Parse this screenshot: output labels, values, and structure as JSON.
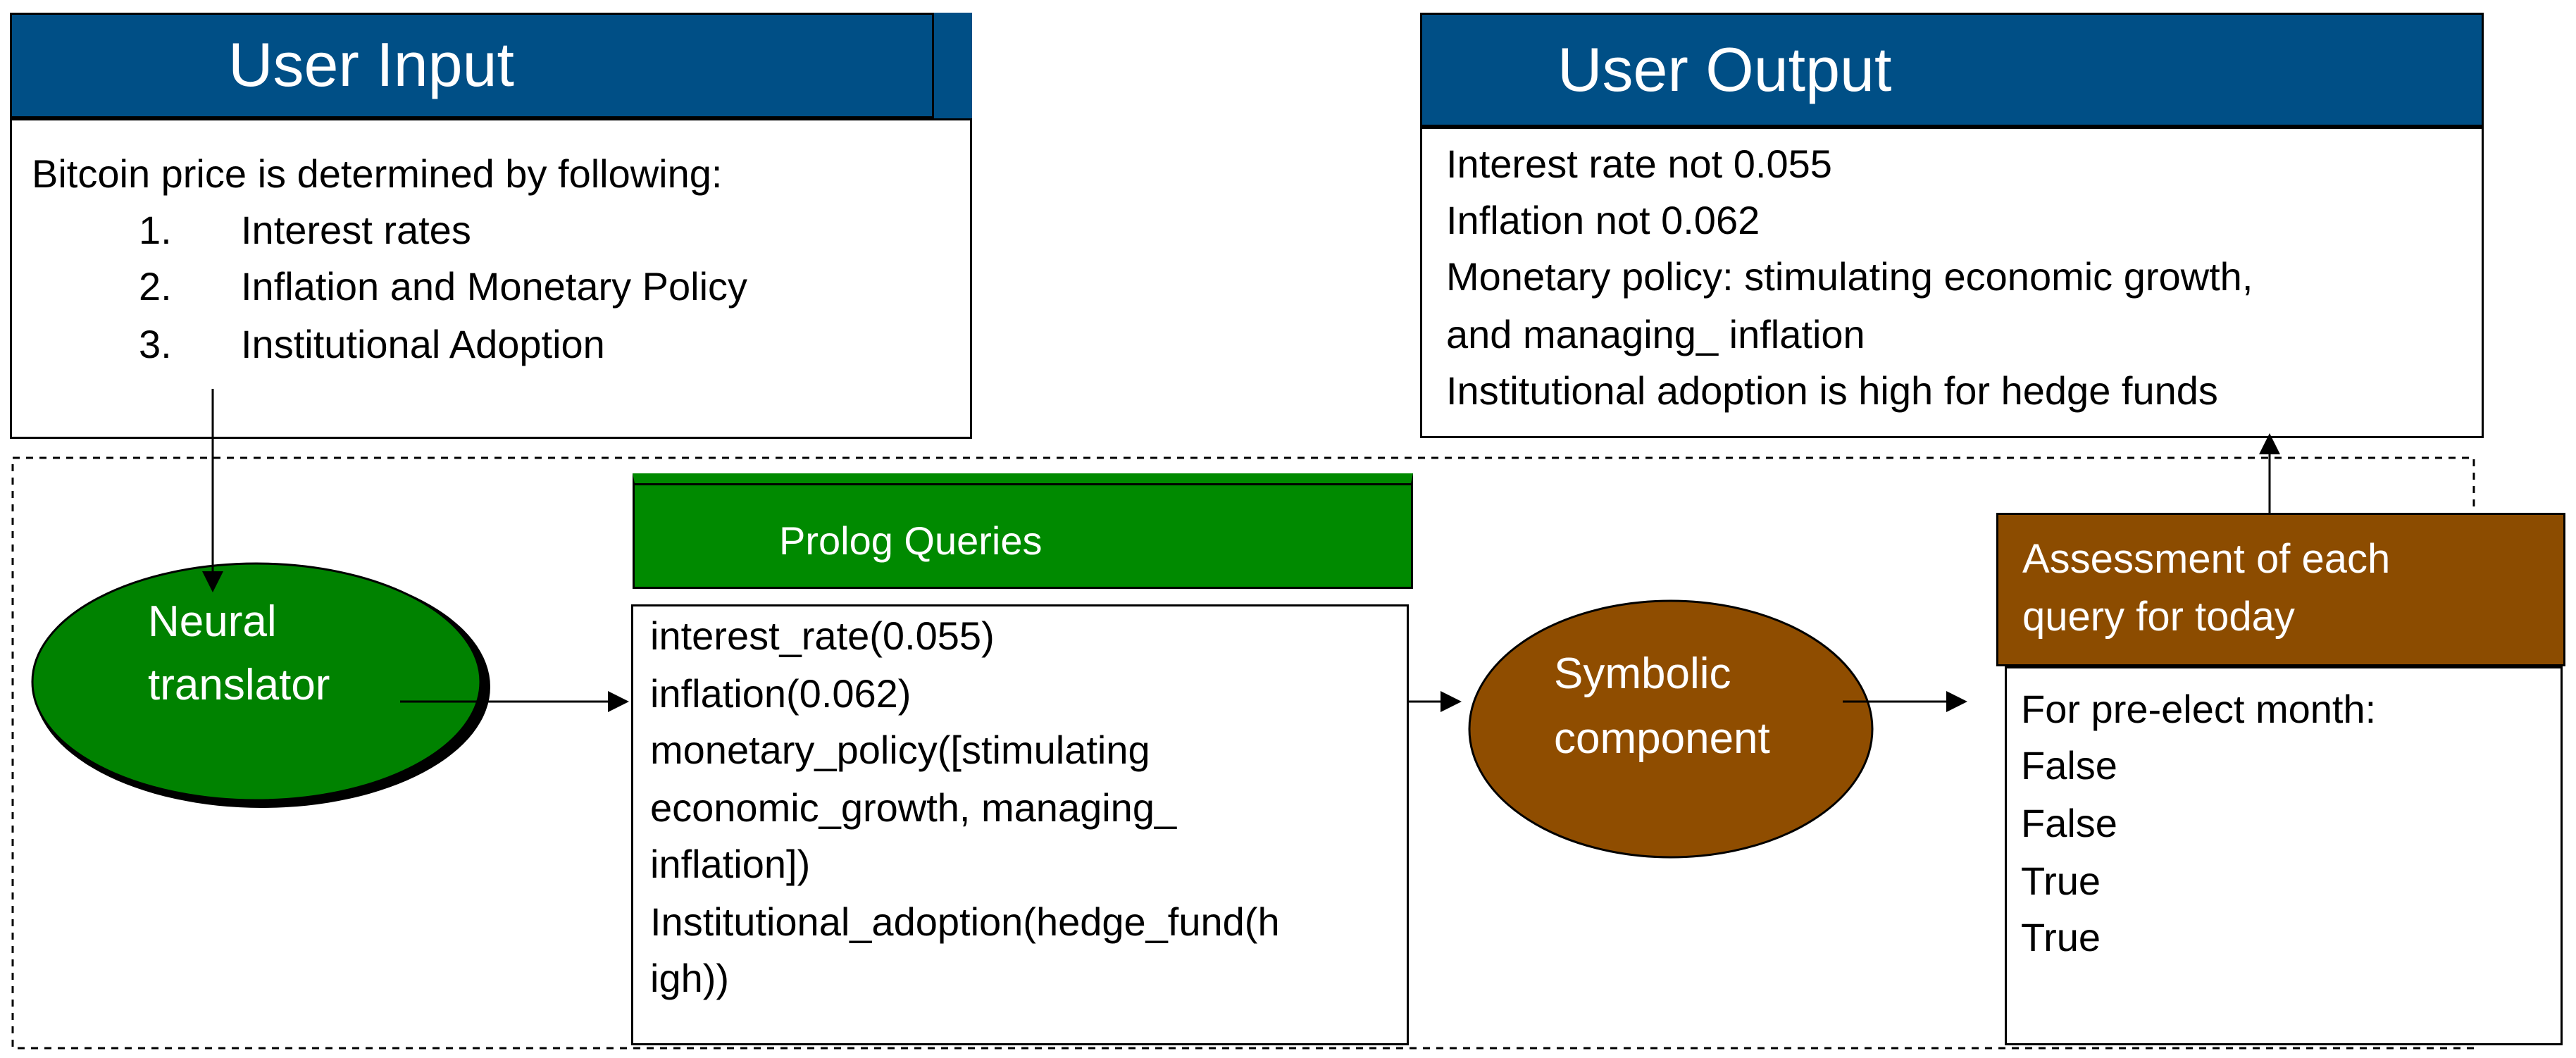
{
  "user_input": {
    "title": "User Input",
    "intro": "Bitcoin price is determined by following:",
    "items": [
      {
        "num": "1.",
        "label": "Interest rates"
      },
      {
        "num": "2.",
        "label": "Inflation and Monetary Policy"
      },
      {
        "num": "3.",
        "label": "Institutional Adoption"
      }
    ]
  },
  "user_output": {
    "title": "User Output",
    "lines": [
      "Interest rate not 0.055",
      "Inflation not 0.062",
      "Monetary policy: stimulating economic growth,",
      "and managing_  inflation",
      "Institutional adoption is high for hedge funds"
    ]
  },
  "neural": {
    "line1": "Neural",
    "line2": "translator",
    "color": "#008200"
  },
  "prolog": {
    "header": "Prolog Queries",
    "header_color": "#008a00",
    "lines": [
      "interest_rate(0.055)",
      "inflation(0.062)",
      "monetary_policy([stimulating",
      "economic_growth,  managing_",
      "inflation])",
      "Institutional_adoption(hedge_fund(h",
      "igh))"
    ]
  },
  "symbolic": {
    "line1": "Symbolic",
    "line2": "component",
    "color": "#8f4d00"
  },
  "assessment": {
    "header_line1": "Assessment of each",
    "header_line2": "query for today",
    "header_color": "#8c4c00",
    "lines": [
      "For pre-elect month:",
      "False",
      "False",
      "True",
      "True"
    ]
  },
  "colors": {
    "header_blue": "#004f86"
  }
}
